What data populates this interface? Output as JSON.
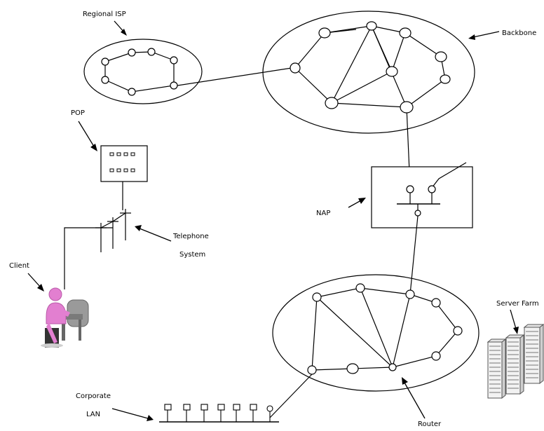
{
  "labels": {
    "regional_isp": "Regional ISP",
    "backbone": "Backbone",
    "pop": "POP",
    "nap": "NAP",
    "telephone": "Telephone",
    "system": "System",
    "client": "Client",
    "server_farm": "Server Farm",
    "corporate": "Corporate",
    "lan": "LAN",
    "router": "Router"
  },
  "icons": {
    "client": "person-at-computer-icon",
    "server_farm": "server-rack-icon",
    "telephone": "telephone-pole-icon",
    "pop": "modem-bank-icon",
    "lan_host": "lan-host-icon"
  },
  "colors": {
    "client_figure": "#e27fd0",
    "client_chair": "#8a8a8a",
    "stroke": "#000000",
    "server_fill": "#f2f2f2"
  }
}
